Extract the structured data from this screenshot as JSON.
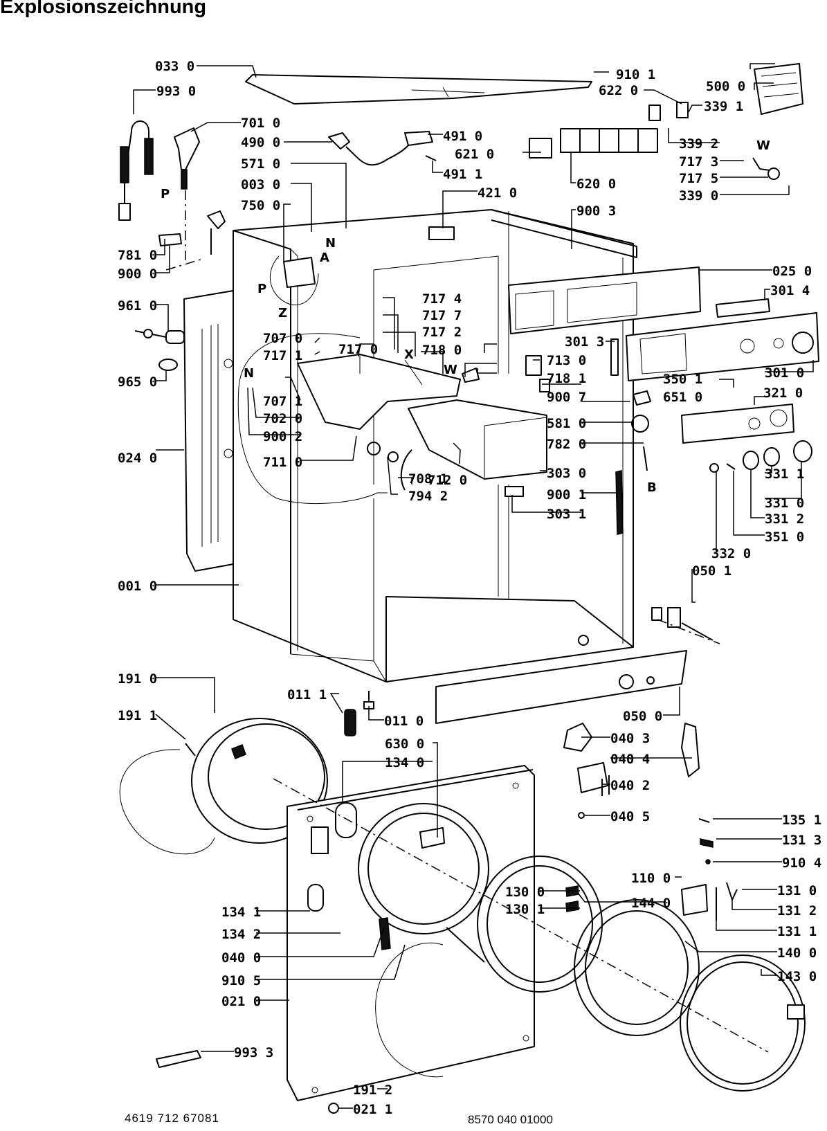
{
  "title": "Explosionszeichnung",
  "footer": {
    "doc_number": "4619 712 67081",
    "ref_number": "8570 040 01000"
  },
  "labels": {
    "l0330": "033 0",
    "l9101": "910 1",
    "l9930": "993 0",
    "l6220": "622 0",
    "l5000": "500 0",
    "l3391": "339 1",
    "l7010": "701 0",
    "l4910": "491 0",
    "l4900": "490 0",
    "l6210": "621 0",
    "l3392": "339 2",
    "l5710": "571 0",
    "l4911": "491 1",
    "l7173": "717 3",
    "l7175": "717 5",
    "l0030": "003 0",
    "l6200": "620 0",
    "l3390": "339 0",
    "l4210": "421 0",
    "l7500": "750 0",
    "l9003": "900 3",
    "l7810": "781 0",
    "l9000": "900 0",
    "l0250": "025 0",
    "l9610": "961 0",
    "l3014": "301 4",
    "l7174": "717 4",
    "l7177": "717 7",
    "l7172": "717 2",
    "l7070": "707 0",
    "l7171": "717 1",
    "l7170": "717 0",
    "l7180": "718 0",
    "l3013": "301 3",
    "l7130": "713 0",
    "l9650": "965 0",
    "l7181": "718 1",
    "l3501": "350 1",
    "l3010": "301 0",
    "l7071": "707 1",
    "l9007": "900 7",
    "l6510": "651 0",
    "l3210": "321 0",
    "l7020": "702 0",
    "l5810": "581 0",
    "l9002": "900 2",
    "l7820": "782 0",
    "l0240": "024 0",
    "l7110": "711 0",
    "l7120": "712 0",
    "l3030": "303 0",
    "l3311": "331 1",
    "l7081": "708 1",
    "l9001": "900 1",
    "l3310": "331 0",
    "l7942": "794 2",
    "l3031": "303 1",
    "l3312": "331 2",
    "l3510": "351 0",
    "l3320": "332 0",
    "l0501": "050 1",
    "l0010": "001 0",
    "l1910": "191 0",
    "l0111": "011 1",
    "l0110": "011 0",
    "l0500": "050 0",
    "l1911": "191 1",
    "l6300": "630 0",
    "l0403": "040 3",
    "l1340": "134 0",
    "l0404": "040 4",
    "l0402": "040 2",
    "l0405": "040 5",
    "l1351": "135 1",
    "l1313": "131 3",
    "l9104": "910 4",
    "l1100": "110 0",
    "l1310": "131 0",
    "l1341": "134 1",
    "l1300": "130 0",
    "l1440": "144 0",
    "l1312": "131 2",
    "l1342": "134 2",
    "l1301": "130 1",
    "l1311": "131 1",
    "l0400": "040 0",
    "l1400": "140 0",
    "l9105": "910 5",
    "l1430": "143 0",
    "l0210": "021 0",
    "l9933": "993 3",
    "l1912": "191 2",
    "l0211": "021 1"
  },
  "markers": {
    "p1": "P",
    "p2": "P",
    "n1": "N",
    "n2": "N",
    "a": "A",
    "z": "Z",
    "w1": "W",
    "w2": "W",
    "x": "X",
    "b": "B"
  }
}
